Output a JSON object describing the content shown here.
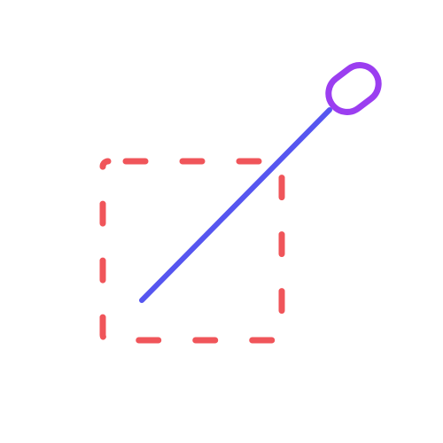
{
  "canvas": {
    "background": "#ffffff"
  },
  "shapes": {
    "selection_box": {
      "icon": "dashed-rectangle",
      "stroke_color": "#f0555a",
      "style": "dashed"
    },
    "connector_line": {
      "icon": "line",
      "stroke_color": "#5656f0"
    },
    "endpoint_handle": {
      "icon": "rounded-handle",
      "stroke_color": "#9b3ef0"
    }
  }
}
